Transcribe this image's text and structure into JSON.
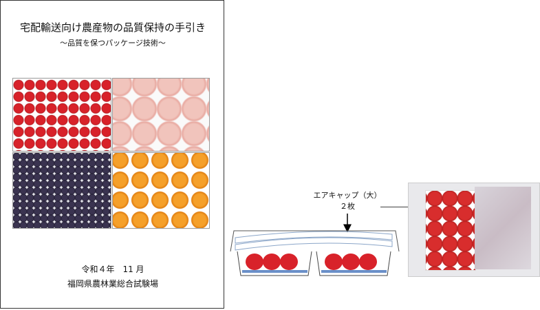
{
  "cover": {
    "title": "宅配輸送向け農産物の品質保持の手引き",
    "subtitle": "～品質を保つパッケージ技術～",
    "date": "令和４年　11 月",
    "organization": "福岡県農林業総合試験場"
  },
  "figure": {
    "label_line1": "エアキャップ（大）",
    "label_line2": "２枚"
  },
  "colors": {
    "strawberry": "#d8222a",
    "tray": "#6a8fc8"
  }
}
